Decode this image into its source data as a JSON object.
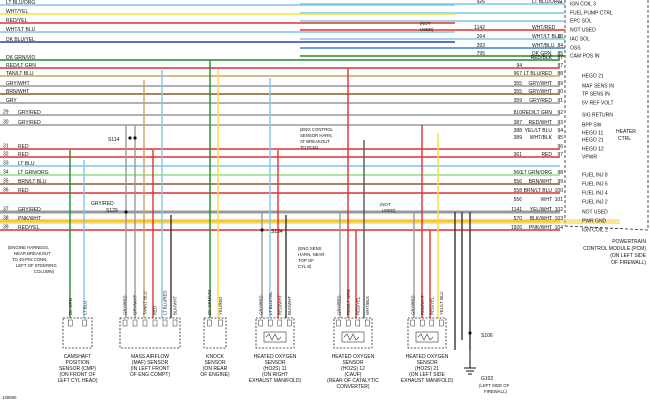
{
  "figure_id": "130090",
  "pcm": {
    "label_lines": [
      "POWERTRAIN",
      "CONTROL MODULE (PCM)",
      "(ON LEFT SIDE",
      "OF FIREWALL)"
    ],
    "heater_ctrl_lines": [
      "HEATER",
      "CTRL"
    ]
  },
  "top_wires": [
    {
      "num": "926",
      "color": "LT BLU/ORG",
      "pin": "71",
      "func": "IGN COIL 3",
      "stroke": "#7fc6e8"
    },
    {
      "num": "",
      "color": "",
      "pin": "",
      "func": "FUEL PUMP CTRL",
      "stroke": "#7fc6e8"
    },
    {
      "num": "",
      "color": "",
      "pin": "",
      "func": "EPC SOL",
      "stroke": "#7fc6e8"
    },
    {
      "num": "1142",
      "color": "WHT/RED",
      "pin": "",
      "func": "NOT USED",
      "stroke": "#e03030"
    },
    {
      "num": "264",
      "color": "WHT/LT BLU",
      "pin": "83",
      "func": "IAC SOL",
      "stroke": "#7fc6e8"
    },
    {
      "num": "393",
      "color": "WHT/BLU",
      "pin": "84",
      "func": "OSS",
      "stroke": "#3a7fd0"
    },
    {
      "num": "795",
      "color": "DK GRN",
      "pin": "85",
      "func": "CAM POS IN",
      "stroke": "#1e8c2c"
    }
  ],
  "left_wires": [
    {
      "row": "",
      "color": "LT BLU/ORG"
    },
    {
      "row": "",
      "color": "WHT/YEL"
    },
    {
      "row": "",
      "color": "RED/YEL"
    },
    {
      "row": "",
      "color": "WHT/LT BLU"
    },
    {
      "row": "",
      "color": "DK BLU/YEL"
    },
    {
      "row": "",
      "color": "DK GRN/VIO"
    },
    {
      "row": "",
      "color": "RED/LT GRN"
    },
    {
      "row": "",
      "color": "TAN/LT BLU"
    },
    {
      "row": "",
      "color": "GRY/WHT"
    },
    {
      "row": "",
      "color": "BRN/WHT"
    },
    {
      "row": "",
      "color": "GRY"
    },
    {
      "row": "29",
      "color": "GRY/RED"
    },
    {
      "row": "30",
      "color": "GRY/RED"
    },
    {
      "row": "31",
      "color": "RED"
    },
    {
      "row": "32",
      "color": "RED"
    },
    {
      "row": "33",
      "color": "LT BLU"
    },
    {
      "row": "34",
      "color": "LT GRN/ORG"
    },
    {
      "row": "35",
      "color": "BRN/LT BLU"
    },
    {
      "row": "36",
      "color": "RED"
    },
    {
      "row": "37",
      "color": "GRY/RED"
    },
    {
      "row": "38",
      "color": "PNK/WHT"
    },
    {
      "row": "39",
      "color": "RED/YEL"
    }
  ],
  "pcm_rows": [
    {
      "num": "",
      "color": "RED/BLK",
      "pin": "87",
      "func": "",
      "stroke": "#e03030"
    },
    {
      "num": "94",
      "color": "",
      "pin": "87",
      "func": "",
      "stroke": "#e03030"
    },
    {
      "num": "967",
      "color": "LT BLU/RED",
      "pin": "88",
      "func": "HEGO 21",
      "stroke": "#7fc6e8"
    },
    {
      "num": "355",
      "color": "GRY/WHT",
      "pin": "89",
      "func": "MAF SENS IN",
      "stroke": "#999999"
    },
    {
      "num": "355",
      "color": "GRY/WHT",
      "pin": "90",
      "func": "TP SENS IN",
      "stroke": "#999999"
    },
    {
      "num": "359",
      "color": "GRY/RED",
      "pin": "91",
      "func": "5V REF VOLT",
      "stroke": "#999999"
    },
    {
      "num": "810",
      "color": "RED/LT GRN",
      "pin": "92",
      "func": "SIG RETURN",
      "stroke": "#e03030"
    },
    {
      "num": "387",
      "color": "RED/WHT",
      "pin": "93",
      "func": "BPP SW",
      "stroke": "#e03030"
    },
    {
      "num": "388",
      "color": "YEL/LT BLU",
      "pin": "94",
      "func": "HEGO 11",
      "stroke": "#f2e03a"
    },
    {
      "num": "389",
      "color": "WHT/BLK",
      "pin": "95",
      "func": "HEGO 21",
      "stroke": "#555555"
    },
    {
      "num": "",
      "color": "",
      "pin": "96",
      "func": "HEGO 12",
      "stroke": "#555555"
    },
    {
      "num": "361",
      "color": "RED",
      "pin": "97",
      "func": "VPWR",
      "stroke": "#e03030"
    },
    {
      "num": "560",
      "color": "LT GRN/ORG",
      "pin": "98",
      "func": "FUEL INJ 8",
      "stroke": "#8fe07a"
    },
    {
      "num": "556",
      "color": "BRN/WHT",
      "pin": "99",
      "func": "FUEL INJ 6",
      "stroke": "#8b5a2b"
    },
    {
      "num": "558",
      "color": "BRN/LT BLU",
      "pin": "100",
      "func": "FUEL INJ 4",
      "stroke": "#8b5a2b"
    },
    {
      "num": "556",
      "color": "WHT",
      "pin": "101",
      "func": "FUEL INJ 2",
      "stroke": "#999999"
    },
    {
      "num": "1141",
      "color": "YEL/WHT",
      "pin": "102",
      "func": "NOT USED",
      "stroke": "#f2e03a"
    },
    {
      "num": "570",
      "color": "BLK/WHT",
      "pin": "103",
      "func": "PWR GND",
      "stroke": "#333333"
    },
    {
      "num": "1926",
      "color": "PNK/WHT",
      "pin": "104",
      "func": "IGN COIL 2",
      "stroke": "#f0b4c8"
    }
  ],
  "splices": [
    {
      "id": "S114",
      "note_lines": [
        "(ENG CONTROL",
        "SENSOR HARN;",
        "AT BREAKOUT",
        "TO PCM)"
      ]
    },
    {
      "id": "S129",
      "label": "GRY/RED"
    },
    {
      "id": "S134",
      "note_lines": [
        "(ENG SENS",
        "HARN, NEAR",
        "TOP OF",
        "CYL 8)"
      ]
    },
    {
      "id": "S106",
      "label": "BLK/WHT"
    }
  ],
  "not_used_labels": [
    {
      "lines": [
        "(NOT",
        "USED)"
      ]
    },
    {
      "lines": [
        "(NOT",
        "USED)"
      ]
    }
  ],
  "harness_note": [
    "(ENGINE HARNESS,",
    "NEAR BREAKOUT",
    "TO 40-PIN CONN,",
    "LEFT OF STEERING",
    "COLUMN)"
  ],
  "ground": {
    "id": "G102",
    "lines": [
      "(LEFT SIDE OF",
      "FIREWALL)"
    ]
  },
  "components": [
    {
      "name": "camshaft",
      "pins": [
        "DK GRN",
        "LT BLU"
      ],
      "caption": [
        "CAMSHAFT",
        "POSITION",
        "SENSOR (CMP)",
        "(ON FRONT OF",
        "LEFT CYL HEAD)"
      ]
    },
    {
      "name": "maf",
      "pins": [
        "GRY/RED",
        "GRY/WHT",
        "TAN/LT BLU",
        "RED",
        "LT BLU/RED",
        "BLK/WHT"
      ],
      "caption": [
        "MASS AIRFLOW",
        "(MAF) SENSOR",
        "(IN LEFT FRONT",
        "OF ENG COMPT)"
      ]
    },
    {
      "name": "knock",
      "pins": [
        "DK GRN/VIO",
        "YEL/RED"
      ],
      "caption": [
        "KNOCK",
        "SENSOR",
        "(ON REAR",
        "OF ENGINE)"
      ]
    },
    {
      "name": "ho2s-11",
      "pins": [
        "GRY/RED",
        "LT BLU/YEL",
        "RED/WHT",
        "BLK/WHT"
      ],
      "caption": [
        "HEATED OXYGEN",
        "SENSOR",
        "(HO2S) 11",
        "(ON RIGHT",
        "EXHAUST MANIFOLD)"
      ]
    },
    {
      "name": "ho2s-12",
      "pins": [
        "GRY/RED",
        "RED/LT GRN",
        "RED/YEL",
        "WHT/BLK"
      ],
      "caption": [
        "HEATED OXYGEN",
        "SENSOR",
        "(HO2S) 12",
        "(CAUF)",
        "(REAR OF CATALYTIC",
        "CONVERTER)"
      ]
    },
    {
      "name": "ho2s-21",
      "pins": [
        "GRY/RED",
        "RED/WHT",
        "RED/YEL",
        "YEL/LT BLU"
      ],
      "caption": [
        "HEATED OXYGEN",
        "SENSOR",
        "(HO2S) 21",
        "(ON LEFT SIDE",
        "EXHAUST MANIFOLD)"
      ]
    }
  ]
}
